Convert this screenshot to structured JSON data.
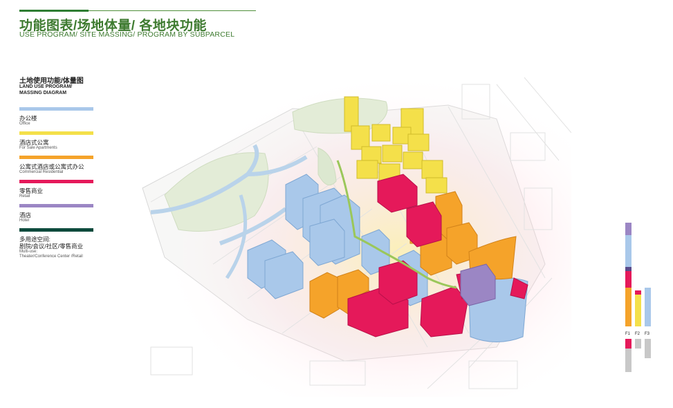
{
  "header": {
    "title_cn": "功能图表/场地体量/ 各地块功能",
    "title_en": "USE PROGRAM/ SITE MASSING/ PROGRAM BY SUBPARCEL"
  },
  "section": {
    "title_cn": "土地使用功能/体量图",
    "title_en_line1": "LAND USE PROGRAM/",
    "title_en_line2": "MASSING DIAGRAM"
  },
  "legend": [
    {
      "cn": "办公楼",
      "en": "Office",
      "color": "#a9c8ea"
    },
    {
      "cn": "酒店式公寓",
      "en": "For Sale Apartments",
      "color": "#f4e04a"
    },
    {
      "cn": "公寓式酒店或公寓式办公",
      "en": "Commercial Residential",
      "color": "#f5a32a"
    },
    {
      "cn": "零售商业",
      "en": "Retail",
      "color": "#e5195a"
    },
    {
      "cn": "酒店",
      "en": "Hotel",
      "color": "#9b86c4"
    },
    {
      "cn": "多用途空间:",
      "cn2": "剧院/会议/社区/零售商业",
      "en": "Multi-use:",
      "en2": "Theater/Conference Center /Retail",
      "color": "#0c4a3c"
    }
  ],
  "mini_chart": {
    "labels": [
      "F1",
      "F2",
      "F3"
    ]
  }
}
